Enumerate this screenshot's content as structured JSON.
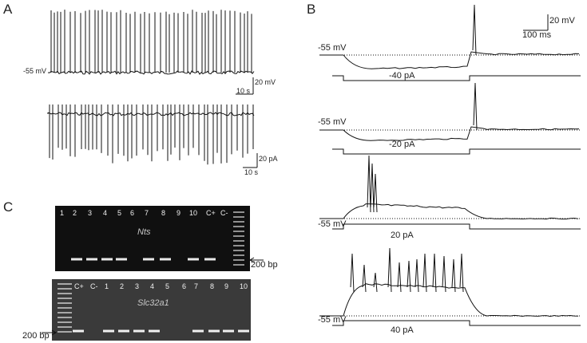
{
  "panels": {
    "a": "A",
    "b": "B",
    "c": "C"
  },
  "panel_a": {
    "voltage_label": "-55 mV",
    "trace1_scale": {
      "y": "20 mV",
      "x": "10 s"
    },
    "trace2_scale": {
      "y": "20 pA",
      "x": "10 s"
    }
  },
  "panel_b": {
    "scale": {
      "y": "20 mV",
      "x": "100 ms"
    },
    "sweeps": [
      {
        "voltage": "-55 mV",
        "current": "-40 pA"
      },
      {
        "voltage": "-55 mV",
        "current": "-20 pA"
      },
      {
        "voltage": "-55 mV",
        "current": "20 pA"
      },
      {
        "voltage": "-55 mV",
        "current": "40 pA"
      }
    ]
  },
  "panel_c": {
    "gel1": {
      "gene": "Nts",
      "lanes": [
        "1",
        "2",
        "3",
        "4",
        "5",
        "6",
        "7",
        "8",
        "9",
        "10",
        "C+",
        "C-"
      ],
      "marker": "200 bp"
    },
    "gel2": {
      "gene": "Slc32a1",
      "lanes": [
        "C+",
        "C-",
        "1",
        "2",
        "3",
        "4",
        "5",
        "6",
        "7",
        "8",
        "9",
        "10"
      ],
      "marker": "200 bp"
    }
  }
}
